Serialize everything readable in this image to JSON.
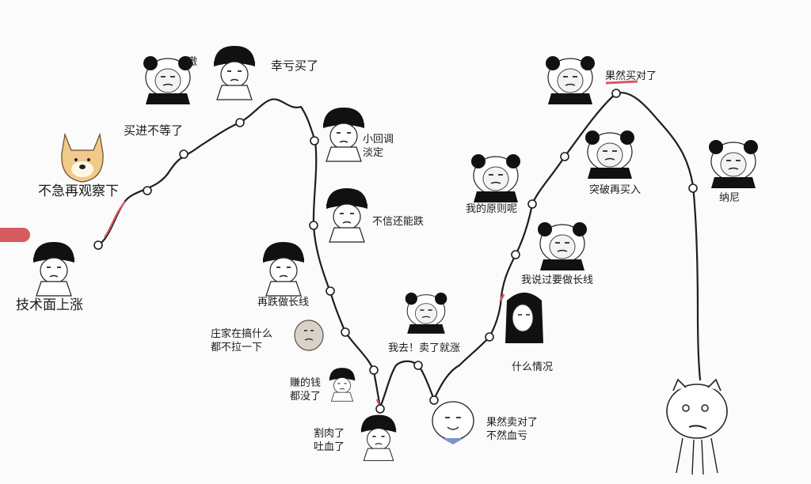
{
  "labels": {
    "technical_rise": "技术面上涨",
    "wait_and_see": "不急再观察下",
    "buy_cant_wait": "买进不等了",
    "lucky_bought": "幸亏买了",
    "small_pullback": "小回调\n淡定",
    "dont_believe_drop": "不信还能跌",
    "fall_long_term": "再跌做长线",
    "dealer_what": "庄家在搞什么\n都不拉一下",
    "money_gone": "賺的钱\n都没了",
    "cut_loss": "割肉了\n吐血了",
    "sold_just_rose": "我去！卖了就涨",
    "sold_right": "果然卖对了\n不然血亏",
    "what_situation": "什么情况",
    "said_long_term": "我说过要做长线",
    "my_principle": "我的原则呢",
    "breakout_buy": "突破再买入",
    "bought_right": "果然买对了",
    "nani": "纳尼",
    "sound": "嗷"
  },
  "colors": {
    "line": "#1e1e1e",
    "accent_red": "#d65a5f",
    "node_fill": "#ffffff",
    "panda_black": "#111111",
    "face": "#ffffff",
    "doge": "#f1c98a"
  }
}
